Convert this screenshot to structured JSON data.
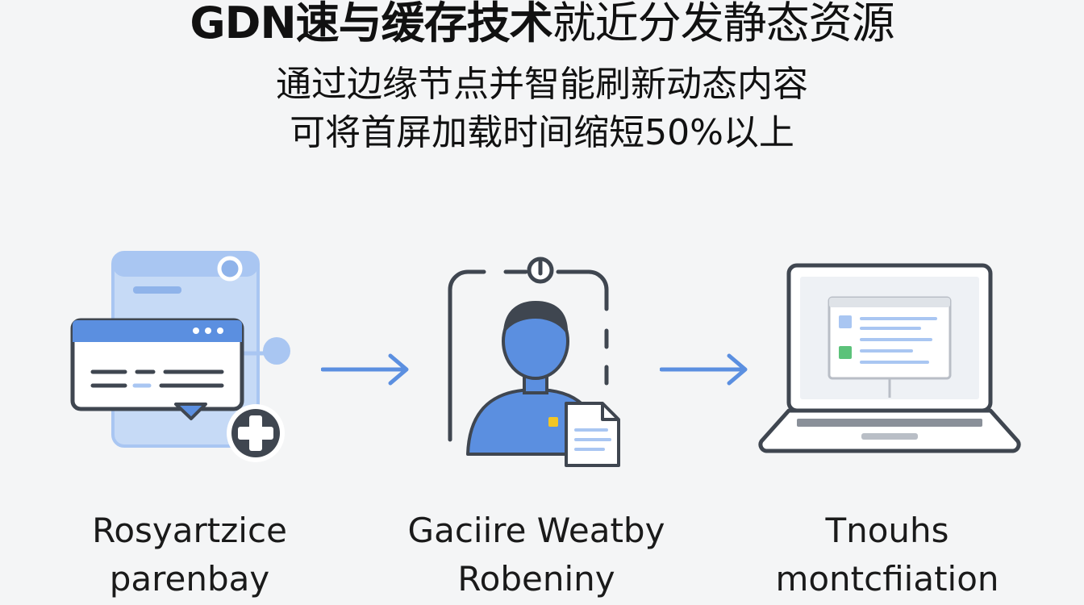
{
  "header": {
    "title_bold": "GDN速与缓存技术",
    "title_rest": "就近分发静态资源",
    "subtitle_line1": "通过边缘节点并智能刷新动态内容",
    "subtitle_line2": "可将首屏加载时间缩短50%以上"
  },
  "steps": [
    {
      "icon": "browser-windows-icon",
      "caption_line1": "Rosyartzice",
      "caption_line2": "parenbay"
    },
    {
      "icon": "user-document-icon",
      "caption_line1": "Gaciire Weatby",
      "caption_line2": "Robeniny"
    },
    {
      "icon": "laptop-icon",
      "caption_line1": "Tnouhs",
      "caption_line2": "montcfiiation"
    }
  ],
  "colors": {
    "accent_blue": "#5b8fe0",
    "light_blue": "#a9c6f2",
    "dark_outline": "#3f4650",
    "green": "#5cc27a",
    "yellow": "#f3c623"
  }
}
